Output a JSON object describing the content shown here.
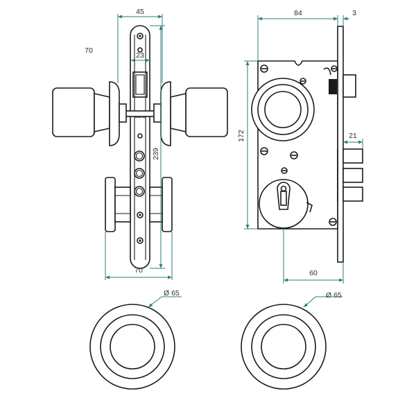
{
  "diagram": {
    "brand_text": "ODIS",
    "dimensions": {
      "plate_width": "45",
      "knob_projection": "70",
      "hole_spacing": "23",
      "plate_height": "239",
      "overall_width": "70",
      "case_width": "84",
      "faceplate_thickness": "3",
      "case_height": "172",
      "bolt_projection": "21",
      "backset": "60",
      "rosette_left_diameter": "Ø 65",
      "rosette_right_diameter": "Ø 65"
    },
    "colors": {
      "outline": "#1a1a1a",
      "dimension_line": "#2e7d78",
      "background": "#ffffff"
    }
  }
}
